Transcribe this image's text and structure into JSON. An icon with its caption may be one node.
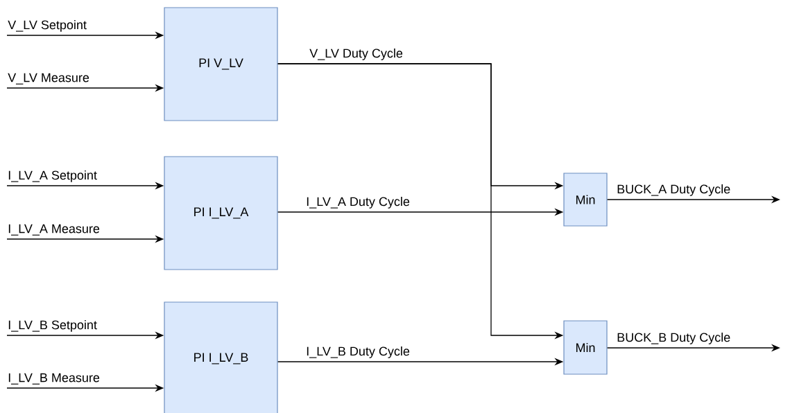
{
  "diagram": {
    "nodes": [
      {
        "text": [
          "PI V_LV"
        ]
      },
      {
        "text": [
          "PI I_LV_A"
        ]
      },
      {
        "text": [
          "PI I_LV_B"
        ]
      },
      {
        "text": [
          "Min"
        ]
      },
      {
        "text": [
          "Min"
        ]
      }
    ],
    "edges": [
      {
        "from": null,
        "to": 0,
        "arrow": "to",
        "label": "V_LV Setpoint"
      },
      {
        "from": null,
        "to": 0,
        "arrow": "to",
        "label": "V_LV Measure"
      },
      {
        "from": null,
        "to": 1,
        "arrow": "to",
        "label": "I_LV_A Setpoint"
      },
      {
        "from": null,
        "to": 1,
        "arrow": "to",
        "label": "I_LV_A Measure"
      },
      {
        "from": null,
        "to": 2,
        "arrow": "to",
        "label": "I_LV_B Setpoint"
      },
      {
        "from": null,
        "to": 2,
        "arrow": "to",
        "label": "I_LV_B Measure"
      },
      {
        "from": 0,
        "to": 3,
        "arrow": "to",
        "label": "V_LV Duty Cycle"
      },
      {
        "from": 0,
        "to": 4,
        "arrow": "to"
      },
      {
        "from": 1,
        "to": 3,
        "arrow": "to",
        "label": "I_LV_A Duty Cycle"
      },
      {
        "from": 2,
        "to": 4,
        "arrow": "to",
        "label": "I_LV_B Duty Cycle"
      },
      {
        "from": 3,
        "to": null,
        "arrow": "to",
        "label": "BUCK_A Duty Cycle"
      },
      {
        "from": 4,
        "to": null,
        "arrow": "to",
        "label": "BUCK_B Duty Cycle"
      }
    ]
  }
}
